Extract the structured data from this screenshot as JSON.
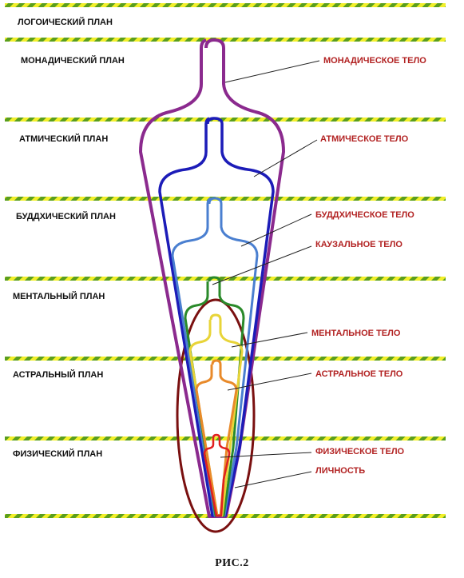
{
  "planes": [
    "ЛОГОИЧЕСКИЙ ПЛАН",
    "МОНАДИЧЕСКИЙ ПЛАН",
    "АТМИЧЕСКИЙ ПЛАН",
    "БУДДХИЧЕСКИЙ ПЛАН",
    "МЕНТАЛЬНЫЙ ПЛАН",
    "АСТРАЛЬНЫЙ ПЛАН",
    "ФИЗИЧЕСКИЙ ПЛАН"
  ],
  "bodies": [
    "МОНАДИЧЕСКОЕ ТЕЛО",
    "АТМИЧЕСКОЕ ТЕЛО",
    "БУДДХИЧЕСКОЕ ТЕЛО",
    "КАУЗАЛЬНОЕ ТЕЛО",
    "МЕНТАЛЬНОЕ ТЕЛО",
    "АСТРАЛЬНОЕ ТЕЛО",
    "ФИЗИЧЕСКОЕ ТЕЛО",
    "ЛИЧНОСТЬ"
  ],
  "caption": "РИС.2",
  "colors": {
    "stripe_green": "#5a9e1e",
    "stripe_yellow": "#f2ef2a",
    "label_red": "#b22222",
    "monadic": "#8b2a8e",
    "atmic": "#1c1cb8",
    "buddhic": "#4a7fd0",
    "causal": "#2a8a2a",
    "mental": "#e8d438",
    "astral": "#e88a2a",
    "physical": "#e02020",
    "personality": "#7a1010"
  }
}
